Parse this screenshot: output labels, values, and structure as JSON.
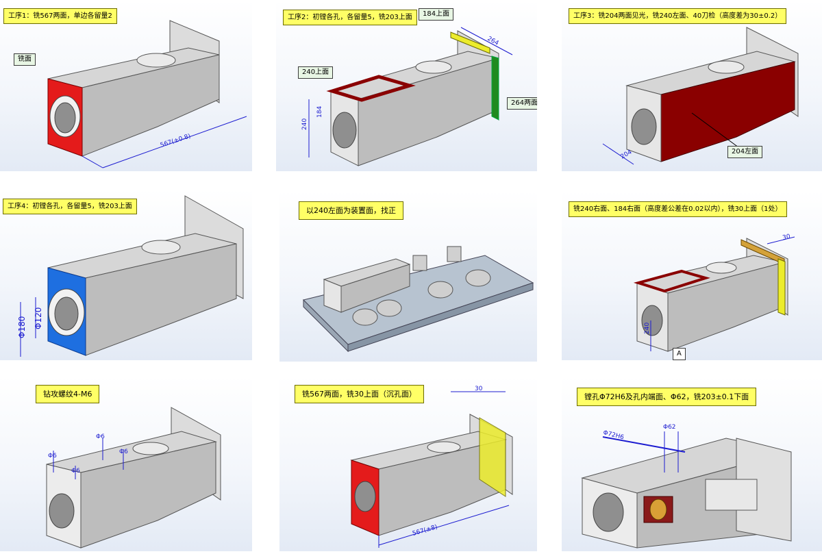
{
  "colors": {
    "body": "#c9c9c9",
    "highlight_red": "#e41b1b",
    "dark_red": "#8a0000",
    "blue": "#1e6fe0",
    "yellow": "#ecec2c",
    "green": "#1f8a1f",
    "dim_line": "#1b1bd0"
  },
  "panels": [
    {
      "id": "p1",
      "title": "工序1：铣567两面，单边各留量2",
      "labels": [
        "铣面"
      ],
      "dims": [
        "567(±0.8)"
      ]
    },
    {
      "id": "p2",
      "title": "工序2：初镗各孔，各留量5，铣203上面",
      "labels": [
        "184上面",
        "240上面",
        "264两面"
      ],
      "dims": [
        "264",
        "184",
        "240"
      ]
    },
    {
      "id": "p3",
      "title": "工序3：铣204两面见光，铣240左面、40刀检（高度差为30±0.2）",
      "labels": [
        "204左面"
      ],
      "dims": [
        "204"
      ]
    },
    {
      "id": "p4",
      "title": "工序4：初镗各孔，各留量5，铣203上面",
      "labels": [],
      "dims": [
        "Φ180",
        "Φ120"
      ]
    },
    {
      "id": "p5",
      "title": "以240左面为装置面，找正",
      "labels": [],
      "dims": []
    },
    {
      "id": "p6",
      "title": "铣240右面、184右面（高度差公差在0.02以内），铣30上面（1处）",
      "labels": [
        "A"
      ],
      "dims": [
        "30",
        "240"
      ]
    },
    {
      "id": "p7",
      "title": "钻攻螺纹4-M6",
      "labels": [],
      "dims": [
        "Φ6",
        "Φ6",
        "Φ6",
        "Φ6"
      ]
    },
    {
      "id": "p8",
      "title": "铣567两面，铣30上面（沉孔面）",
      "labels": [],
      "dims": [
        "30",
        "567(±8)"
      ]
    },
    {
      "id": "p9",
      "title": "镗孔Φ72H6及孔内端面、Φ62，铣203±0.1下面",
      "labels": [],
      "dims": [
        "Φ72H6",
        "Φ62"
      ]
    }
  ]
}
